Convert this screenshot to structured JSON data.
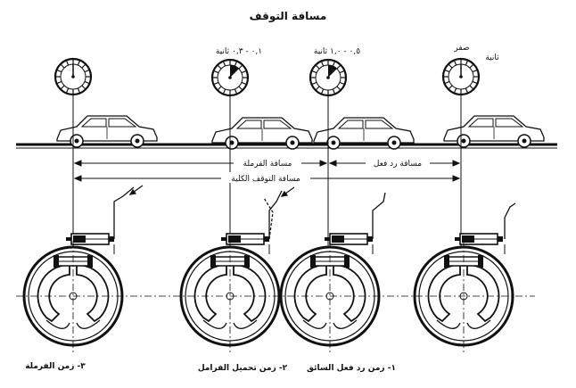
{
  "title": "مسافة التوقف",
  "timer_labels": {
    "t0_unit": "ثانية",
    "t0_value": "صفر",
    "t1": "٠,٥ - ١,٠ ثانية",
    "t2": "٠,١ - ٠,٣ ثانية"
  },
  "distances": {
    "reaction": "مسافة رد فعل",
    "braking": "مسافة الفرملة",
    "total": "مسافة التوقف الكلية"
  },
  "captions": {
    "c1": "١- زمن رد فعل السائق",
    "c2": "٢- زمن تحميل الفرامل",
    "c3": "٣- زمن الفرملة"
  }
}
